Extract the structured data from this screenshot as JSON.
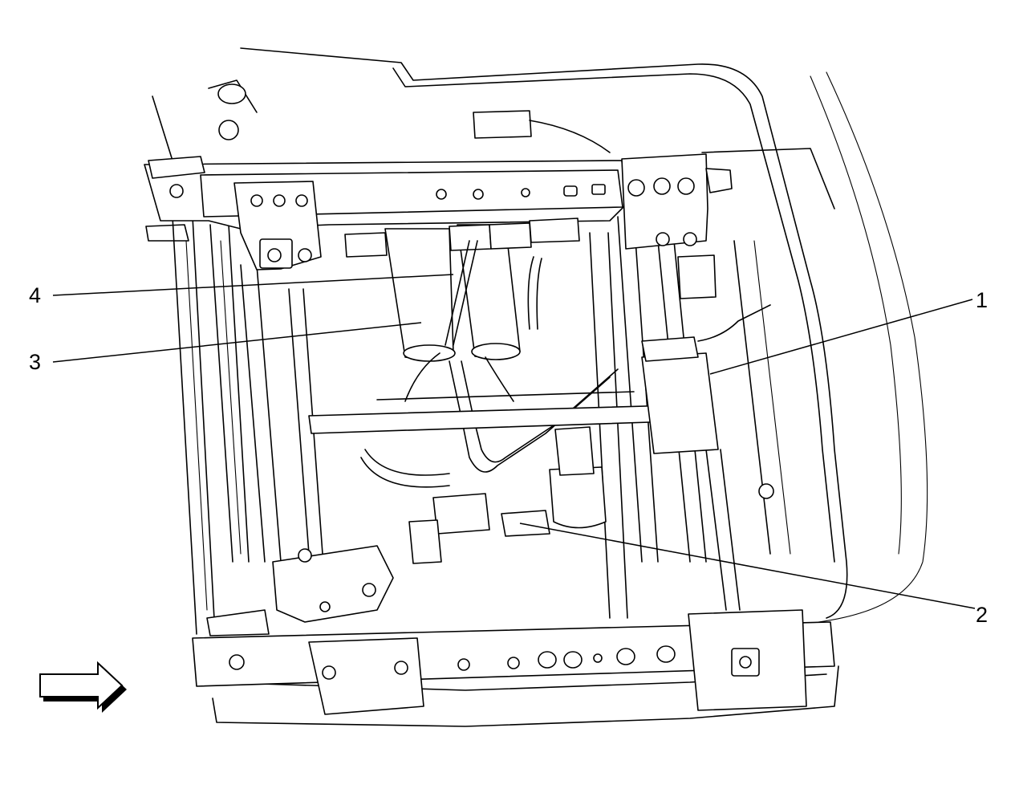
{
  "callouts": [
    {
      "id": "1",
      "label": "1"
    },
    {
      "id": "2",
      "label": "2"
    },
    {
      "id": "3",
      "label": "3"
    },
    {
      "id": "4",
      "label": "4"
    }
  ],
  "direction_arrow": {
    "icon": "front-direction-arrow-icon"
  },
  "colors": {
    "line": "#000000",
    "background": "#ffffff"
  }
}
